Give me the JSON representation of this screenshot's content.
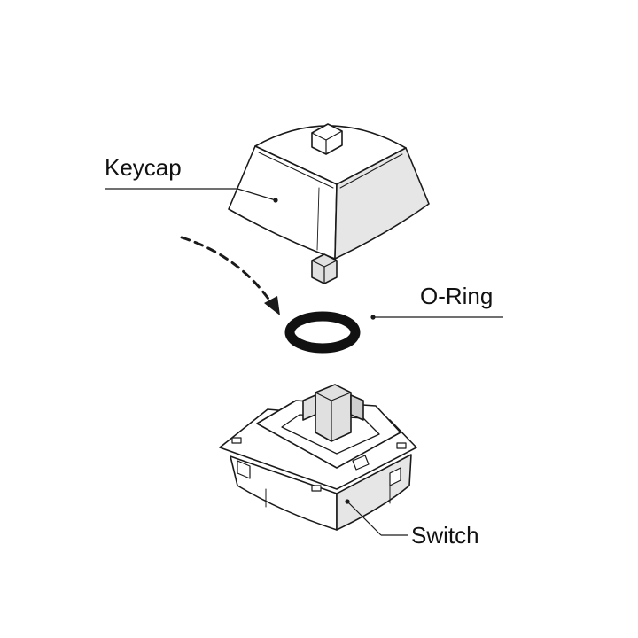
{
  "labels": {
    "keycap": "Keycap",
    "o_ring": "O-Ring",
    "switch": "Switch"
  },
  "colors": {
    "background": "#ffffff",
    "ink": "#1a1a1a",
    "part_fill": "#ffffff",
    "shade": "#e6e6e6",
    "o_ring": "#111111"
  }
}
